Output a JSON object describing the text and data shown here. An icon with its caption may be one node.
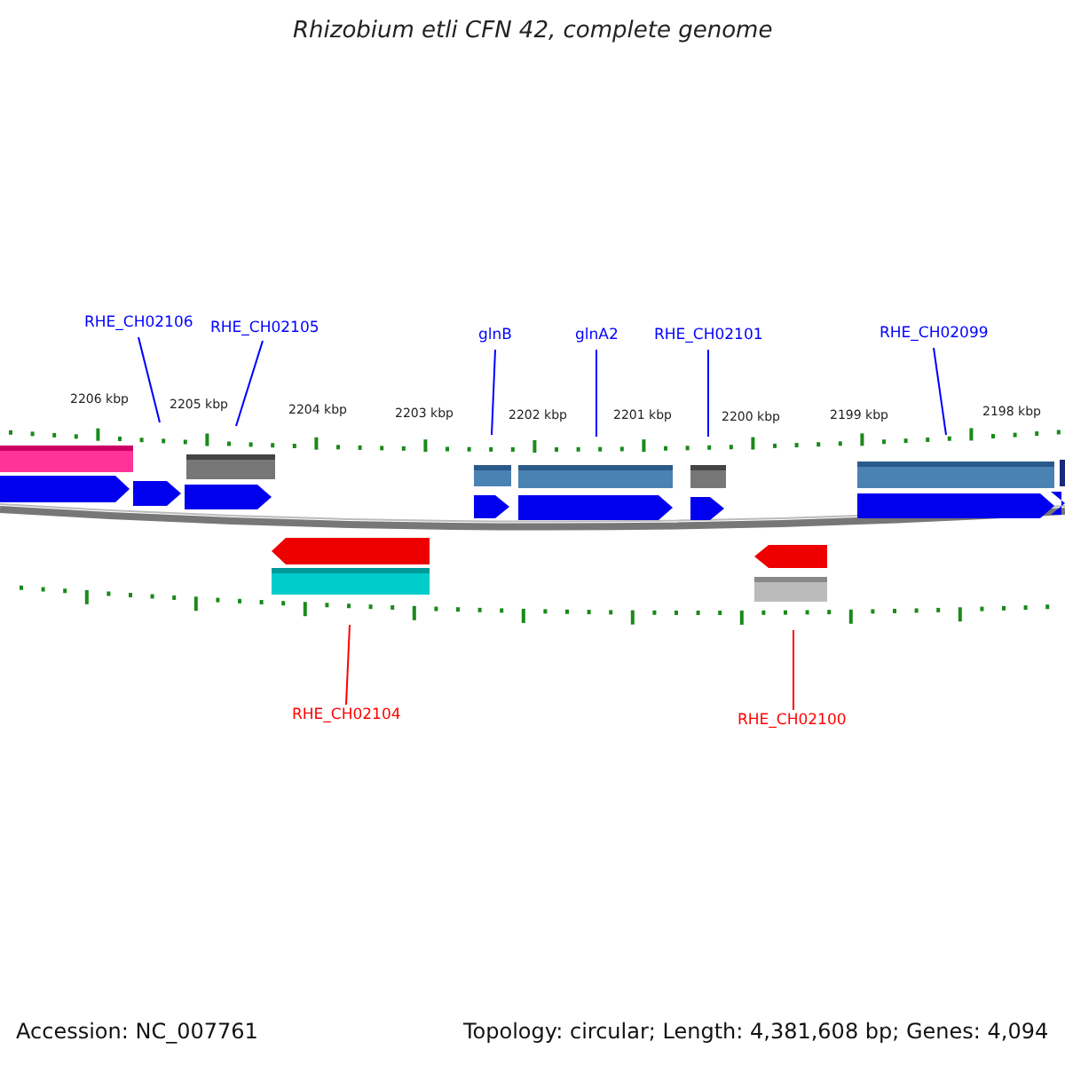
{
  "diagram": {
    "title": "Rhizobium etli CFN 42, complete genome",
    "nodes": [
      {
        "text": [
          "RHE_CH02106"
        ]
      },
      {
        "text": [
          "RHE_CH02105"
        ]
      },
      {
        "text": [
          "glnB"
        ]
      },
      {
        "text": [
          "glnA2"
        ]
      },
      {
        "text": [
          "RHE_CH02101"
        ]
      },
      {
        "text": [
          "RHE_CH02099"
        ]
      },
      {
        "text": [
          "RHE_CH02104"
        ]
      },
      {
        "text": [
          "RHE_CH02100"
        ]
      }
    ],
    "edges": [
      {
        "from": 0,
        "to": null,
        "arrow": "none"
      },
      {
        "from": 1,
        "to": null,
        "arrow": "none"
      },
      {
        "from": 2,
        "to": null,
        "arrow": "none"
      },
      {
        "from": 3,
        "to": null,
        "arrow": "none"
      },
      {
        "from": 4,
        "to": null,
        "arrow": "none"
      },
      {
        "from": 5,
        "to": null,
        "arrow": "none"
      },
      {
        "from": 6,
        "to": null,
        "arrow": "none",
        "color": "#ff0000"
      },
      {
        "from": 7,
        "to": null,
        "arrow": "none",
        "color": "#ff0000"
      }
    ],
    "labels": [
      "2206 kbp",
      "2205 kbp",
      "2204 kbp",
      "2203 kbp",
      "2202 kbp",
      "2201 kbp",
      "2200 kbp",
      "2199 kbp",
      "2198 kbp",
      "Accession: NC_007761",
      "Topology: circular; Length: 4,381,608 bp; Genes: 4,094"
    ]
  }
}
